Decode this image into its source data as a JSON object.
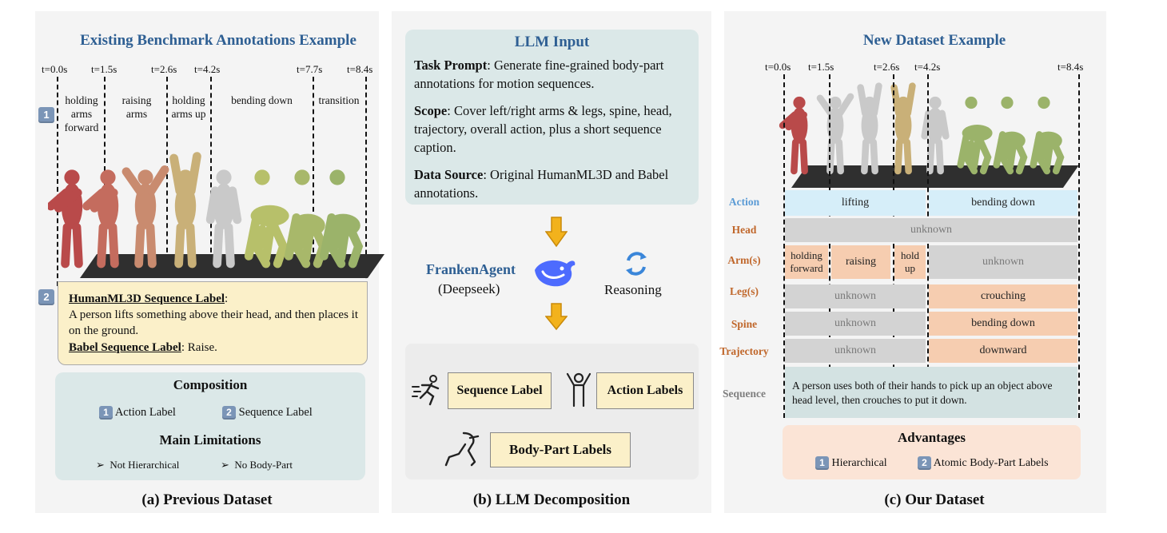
{
  "left": {
    "title": "Existing Benchmark Annotations Example",
    "ticks": [
      "t=0.0s",
      "t=1.5s",
      "t=2.6s",
      "t=4.2s",
      "t=7.7s",
      "t=8.4s"
    ],
    "segments": [
      "holding arms forward",
      "raising arms",
      "holding arms up",
      "bending down",
      "transition"
    ],
    "badge1": "1",
    "badge2": "2",
    "humanml3d_label": "HumanML3D Sequence Label",
    "humanml3d_text": "A person lifts something above their head, and then places it on the ground.",
    "babel_label": "Babel Sequence Label",
    "babel_text": "Raise.",
    "composition_title": "Composition",
    "comp_item1": "Action Label",
    "comp_item2": "Sequence Label",
    "limitations_title": "Main Limitations",
    "lim_item1": "Not Hierarchical",
    "lim_item2": "No Body-Part",
    "caption": "(a) Previous Dataset",
    "figure_colors": [
      "#b94a4a",
      "#c46c5e",
      "#c98b6f",
      "#c9b078",
      "#c9c9c9",
      "#b7c06a",
      "#a8b86a",
      "#9bb36a"
    ]
  },
  "middle": {
    "input_title": "LLM Input",
    "task_label": "Task Prompt",
    "task_text": ": Generate fine-grained body-part annotations for motion sequences.",
    "scope_label": "Scope",
    "scope_text": ": Cover left/right arms & legs, spine, head, trajectory, overall action, plus a short sequence caption.",
    "source_label": "Data Source",
    "source_text": ": Original HumanML3D and Babel annotations.",
    "agent_name": "FrankenAgent",
    "agent_model": "(Deepseek)",
    "reasoning": "Reasoning",
    "out_sequence": "Sequence Label",
    "out_action": "Action Labels",
    "out_bodypart": "Body-Part Labels",
    "caption": "(b) LLM Decomposition"
  },
  "right": {
    "title": "New Dataset Example",
    "ticks": [
      "t=0.0s",
      "t=1.5s",
      "t=2.6s",
      "t=4.2s",
      "t=8.4s"
    ],
    "rows": {
      "action": "Action",
      "head": "Head",
      "arms": "Arm(s)",
      "legs": "Leg(s)",
      "spine": "Spine",
      "trajectory": "Trajectory",
      "sequence": "Sequence"
    },
    "action_cells": [
      "lifting",
      "bending down"
    ],
    "head_cell": "unknown",
    "arm_cells": [
      "holding forward",
      "raising",
      "hold up",
      "unknown"
    ],
    "leg_cells": [
      "unknown",
      "crouching"
    ],
    "spine_cells": [
      "unknown",
      "bending down"
    ],
    "trajectory_cells": [
      "unknown",
      "downward"
    ],
    "sequence_text": "A person uses both of their hands to pick up an object above head level, then crouches to put it down.",
    "advantages_title": "Advantages",
    "adv_item1": "Hierarchical",
    "adv_item2": "Atomic Body-Part Labels",
    "caption": "(c) Our Dataset",
    "row_colors": {
      "action": "#5b9bd5",
      "body": "#c0672b",
      "sequence": "#7f7f7f"
    }
  }
}
